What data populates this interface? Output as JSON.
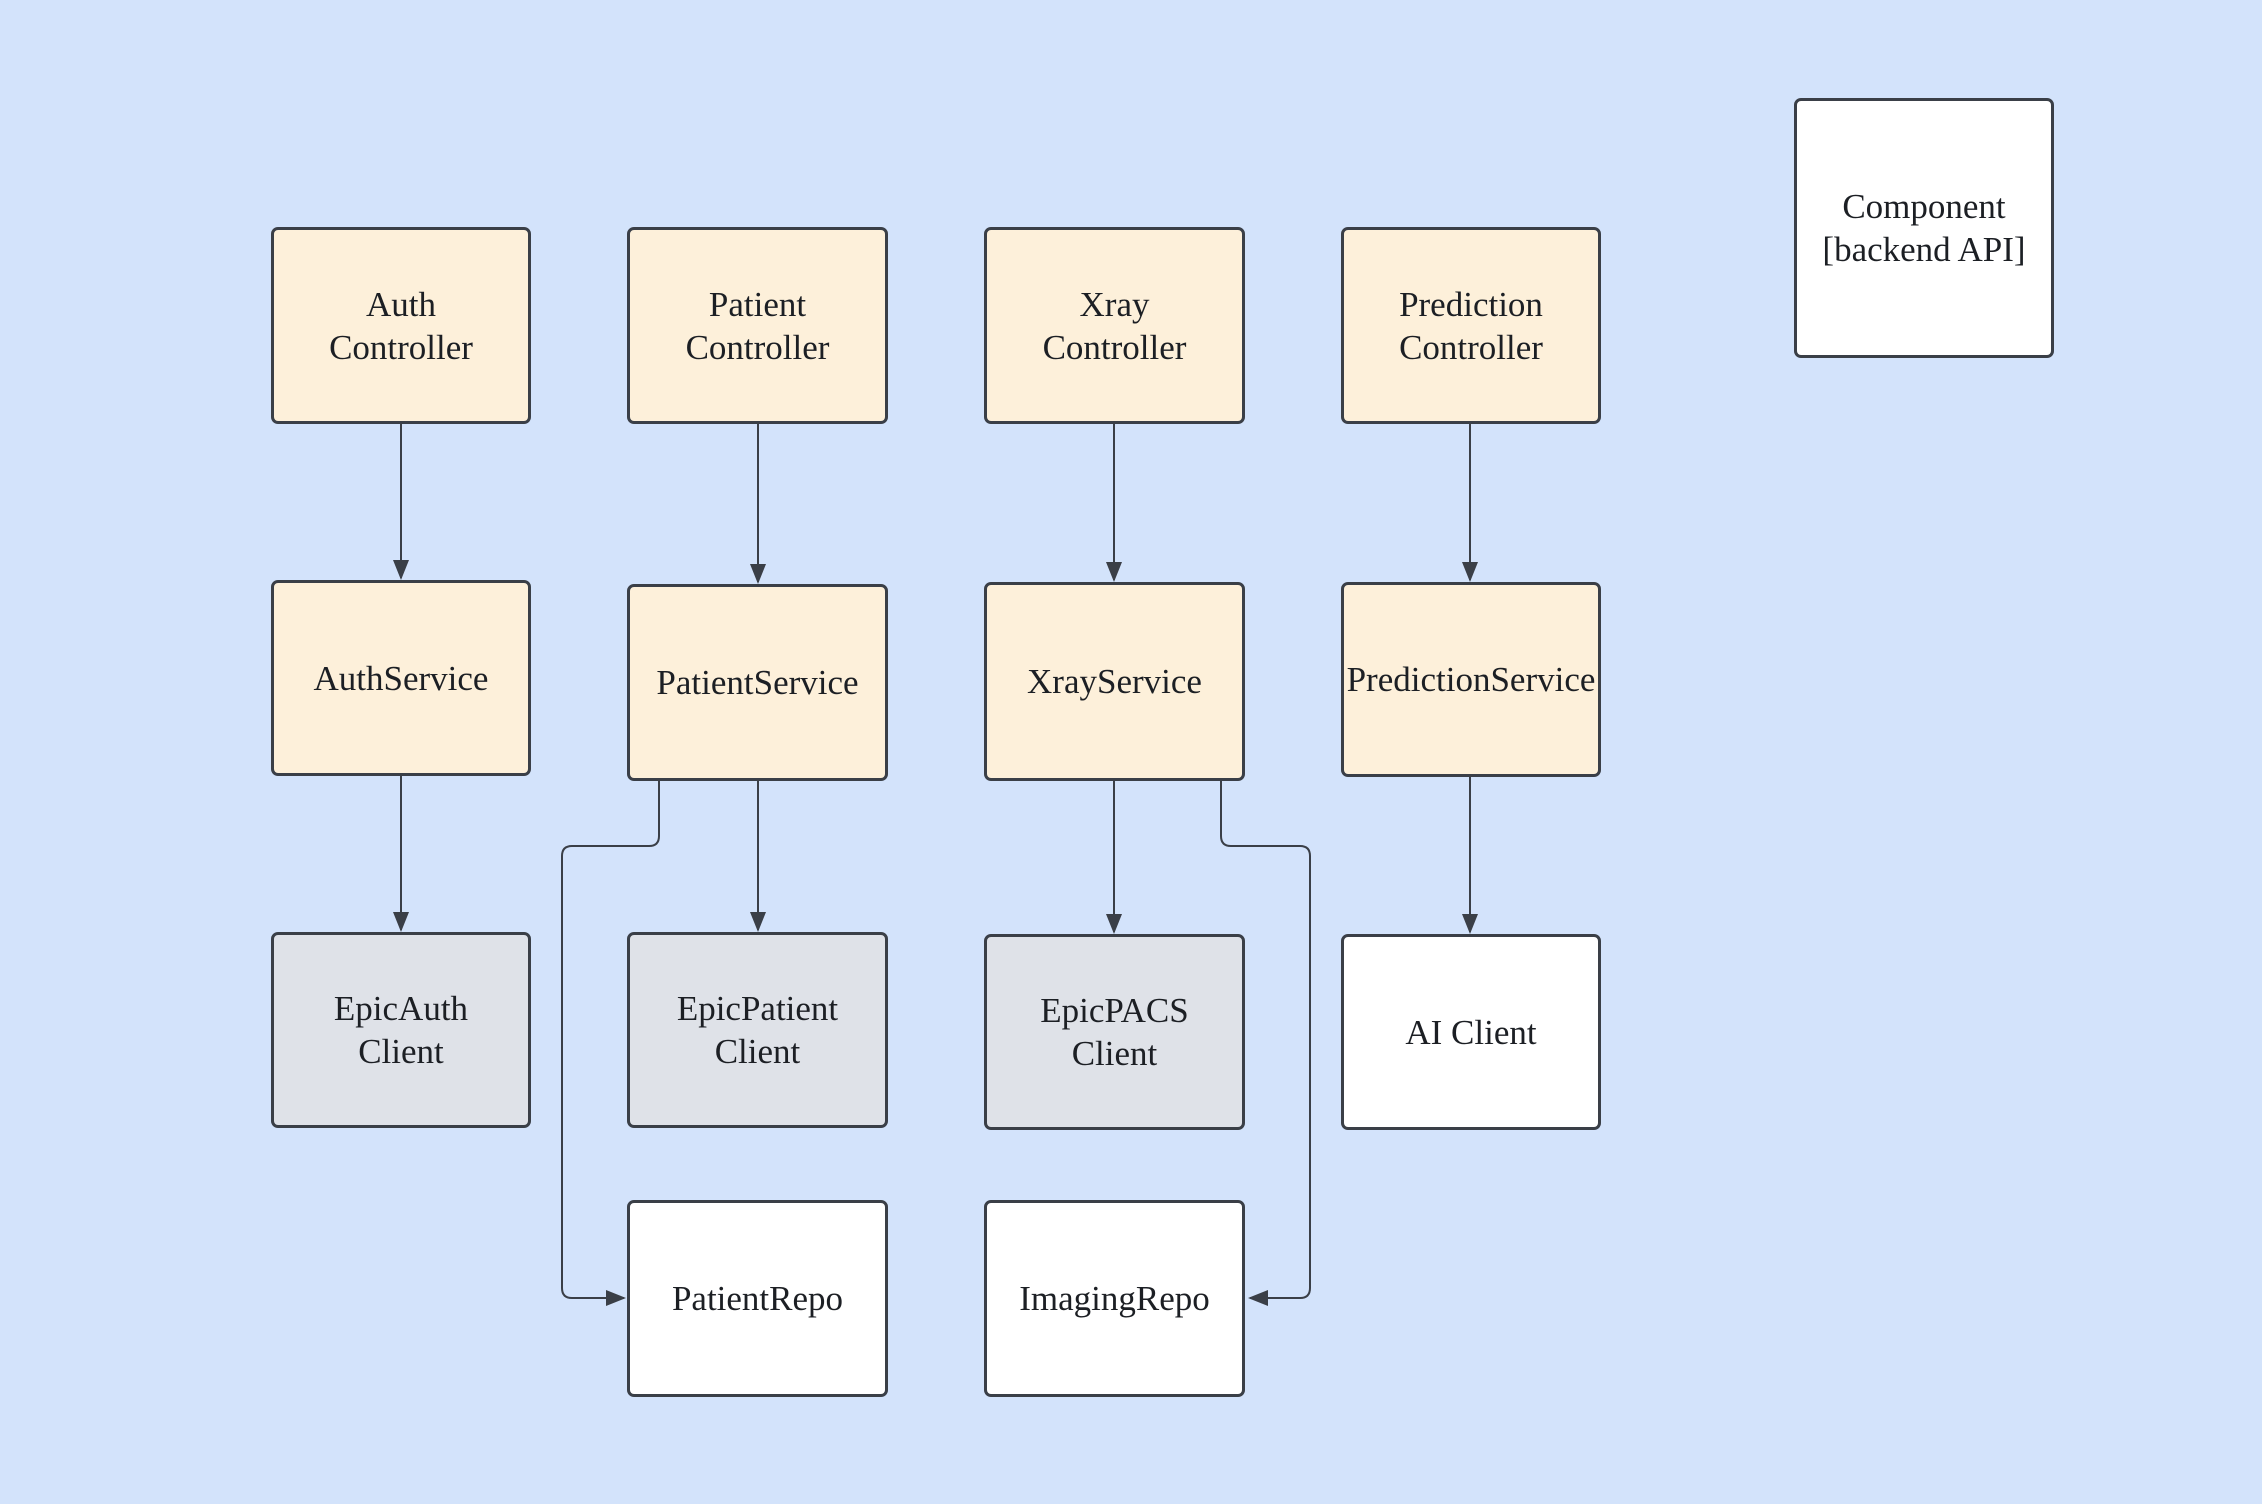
{
  "diagram": {
    "legend": {
      "label": "Component\n[backend API]"
    },
    "nodes": {
      "auth_controller": "Auth\nController",
      "patient_controller": "Patient\nController",
      "xray_controller": "Xray\nController",
      "prediction_controller": "Prediction\nController",
      "auth_service": "AuthService",
      "patient_service": "PatientService",
      "xray_service": "XrayService",
      "prediction_service": "PredictionService",
      "epic_auth_client": "EpicAuth\nClient",
      "epic_patient_client": "EpicPatient\nClient",
      "epic_pacs_client": "EpicPACS\nClient",
      "ai_client": "AI Client",
      "patient_repo": "PatientRepo",
      "imaging_repo": "ImagingRepo"
    },
    "edges": [
      {
        "from": "auth_controller",
        "to": "auth_service"
      },
      {
        "from": "patient_controller",
        "to": "patient_service"
      },
      {
        "from": "xray_controller",
        "to": "xray_service"
      },
      {
        "from": "prediction_controller",
        "to": "prediction_service"
      },
      {
        "from": "auth_service",
        "to": "epic_auth_client"
      },
      {
        "from": "patient_service",
        "to": "epic_patient_client"
      },
      {
        "from": "patient_service",
        "to": "patient_repo"
      },
      {
        "from": "xray_service",
        "to": "epic_pacs_client"
      },
      {
        "from": "xray_service",
        "to": "imaging_repo"
      },
      {
        "from": "prediction_service",
        "to": "ai_client"
      }
    ],
    "colors": {
      "background": "#d3e3fb",
      "controller_service_fill": "#fdf0da",
      "epic_client_fill": "#dfe2e8",
      "plain_fill": "#ffffff",
      "stroke": "#3a3f47"
    }
  }
}
